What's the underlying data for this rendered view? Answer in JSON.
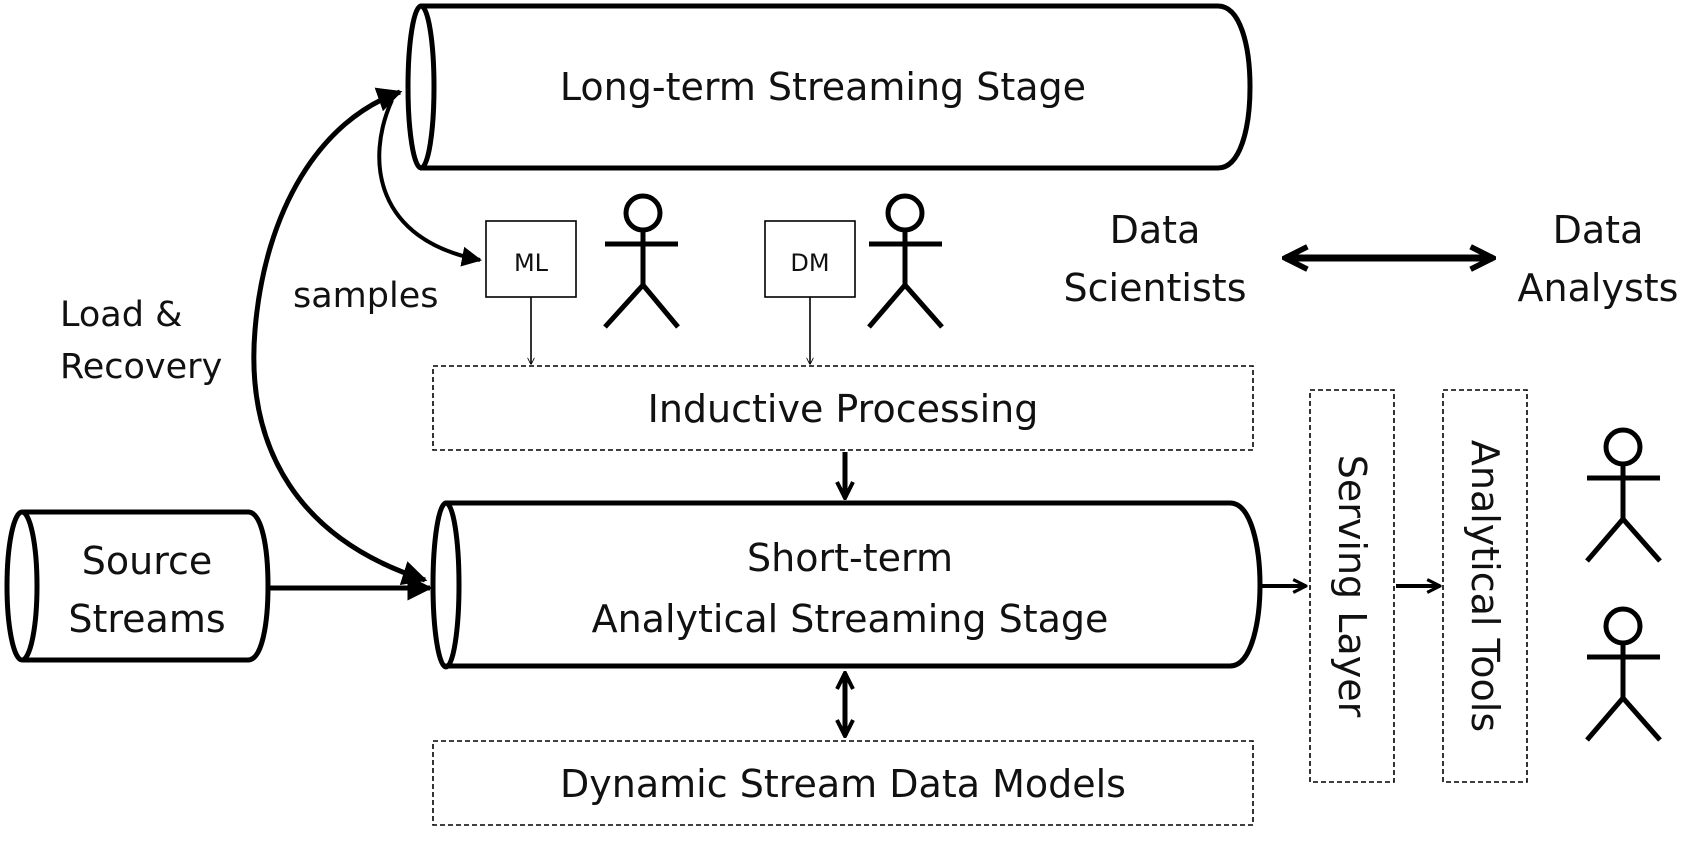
{
  "diagram": {
    "long_term_stage": "Long-term Streaming Stage",
    "source_streams": {
      "line1": "Source",
      "line2": "Streams"
    },
    "short_term_stage": {
      "line1": "Short-term",
      "line2": "Analytical Streaming Stage"
    },
    "inductive_processing": "Inductive Processing",
    "dynamic_models": "Dynamic Stream Data Models",
    "serving_layer": "Serving Layer",
    "analytical_tools": "Analytical Tools",
    "ml": "ML",
    "dm": "DM",
    "samples": "samples",
    "load_recovery": {
      "line1": "Load &",
      "line2": "Recovery"
    },
    "data_scientists": {
      "line1": "Data",
      "line2": "Scientists"
    },
    "data_analysts": {
      "line1": "Data",
      "line2": "Analysts"
    }
  }
}
